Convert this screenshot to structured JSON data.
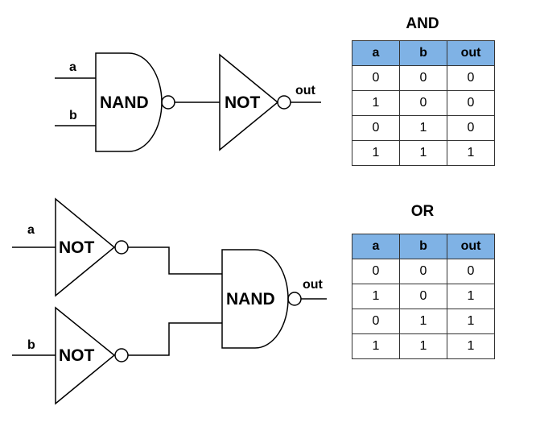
{
  "circuit_and": {
    "input_a": "a",
    "input_b": "b",
    "gate1": "NAND",
    "gate2": "NOT",
    "output": "out"
  },
  "circuit_or": {
    "input_a": "a",
    "input_b": "b",
    "gate1": "NOT",
    "gate2": "NOT",
    "gate3": "NAND",
    "output": "out"
  },
  "truth_and": {
    "title": "AND",
    "headers": [
      "a",
      "b",
      "out"
    ],
    "rows": [
      [
        "0",
        "0",
        "0"
      ],
      [
        "1",
        "0",
        "0"
      ],
      [
        "0",
        "1",
        "0"
      ],
      [
        "1",
        "1",
        "1"
      ]
    ]
  },
  "truth_or": {
    "title": "OR",
    "headers": [
      "a",
      "b",
      "out"
    ],
    "rows": [
      [
        "0",
        "0",
        "0"
      ],
      [
        "1",
        "0",
        "1"
      ],
      [
        "0",
        "1",
        "1"
      ],
      [
        "1",
        "1",
        "1"
      ]
    ]
  }
}
